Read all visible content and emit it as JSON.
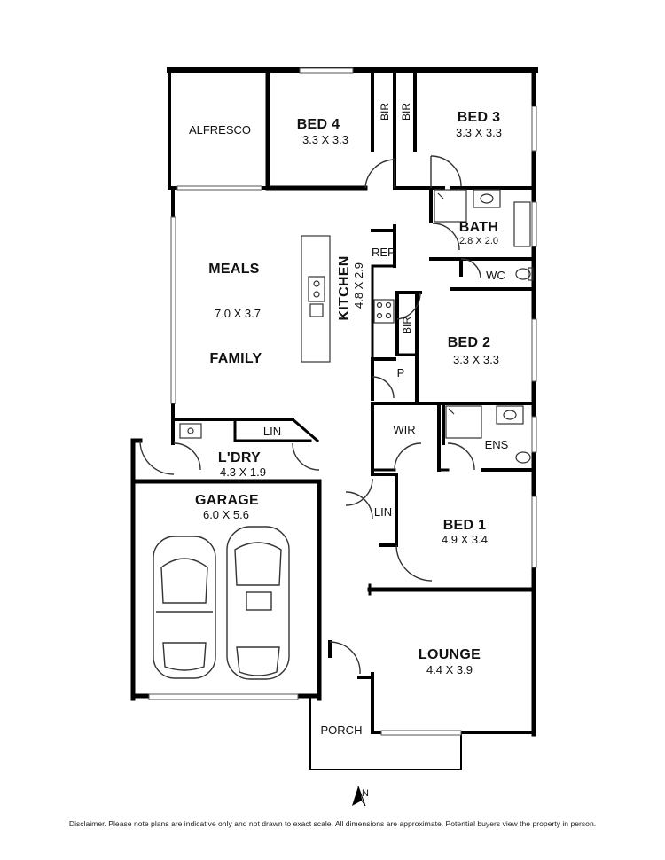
{
  "rooms": {
    "alfresco": {
      "name": "ALFRESCO"
    },
    "bed4": {
      "name": "BED 4",
      "dim": "3.3 X 3.3"
    },
    "bed3": {
      "name": "BED 3",
      "dim": "3.3 X 3.3"
    },
    "bath": {
      "name": "BATH",
      "dim": "2.8 X 2.0"
    },
    "meals": {
      "name": "MEALS",
      "dim": "7.0 X 3.7"
    },
    "family": {
      "name": "FAMILY"
    },
    "kitchen": {
      "name": "KITCHEN",
      "dim": "4.8 X 2.9"
    },
    "ref": {
      "name": "REF"
    },
    "wc": {
      "name": "WC"
    },
    "bed2": {
      "name": "BED 2",
      "dim": "3.3 X 3.3"
    },
    "pantry": {
      "name": "P"
    },
    "laundry": {
      "name": "L'DRY",
      "dim": "4.3 X 1.9"
    },
    "wir": {
      "name": "WIR"
    },
    "ens": {
      "name": "ENS"
    },
    "garage": {
      "name": "GARAGE",
      "dim": "6.0 X 5.6"
    },
    "bed1": {
      "name": "BED 1",
      "dim": "4.9 X 3.4"
    },
    "lounge": {
      "name": "LOUNGE",
      "dim": "4.4 X 3.9"
    },
    "porch": {
      "name": "PORCH"
    }
  },
  "cupboards": {
    "bir_bed4": "BIR",
    "bir_bed3": "BIR",
    "bir_bed2": "BIR",
    "lin_laundry": "LIN",
    "lin_hall": "LIN"
  },
  "compass": {
    "label": "N"
  },
  "disclaimer": "Disclaimer. Please note plans are indicative only and not drawn to exact scale. All dimensions are approximate. Potential buyers view the property in person."
}
